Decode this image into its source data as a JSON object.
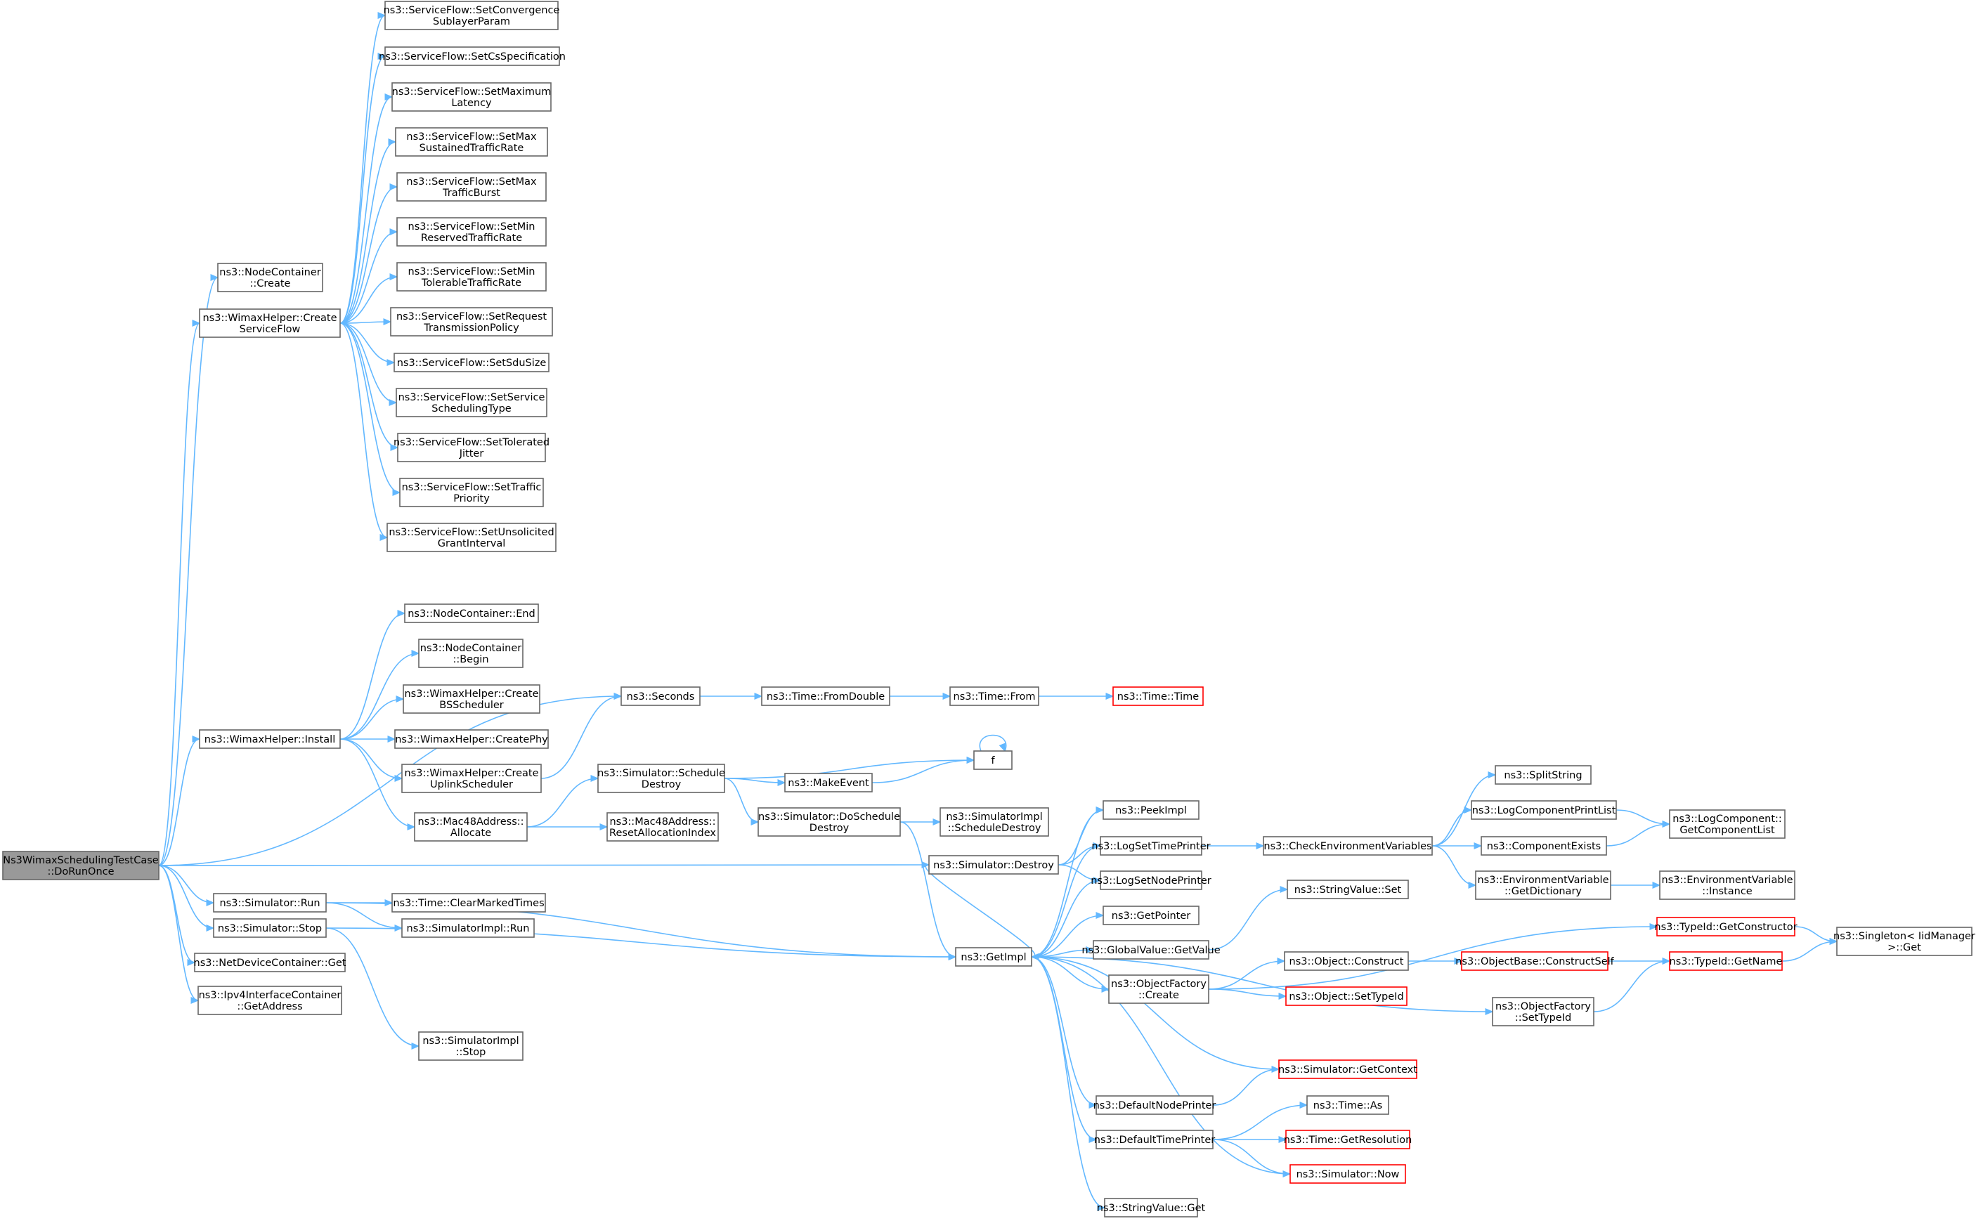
{
  "colors": {
    "edge": "#63b8ff",
    "node_border": "#666666",
    "root_fill": "#999999",
    "truncated_border": "#ff0000",
    "background": "#ffffff"
  },
  "nodes": [
    {
      "id": "root",
      "lines": [
        "Ns3WimaxSchedulingTestCase",
        "::DoRunOnce"
      ],
      "style": "root"
    },
    {
      "id": "nc_create",
      "lines": [
        "ns3::NodeContainer",
        "::Create"
      ]
    },
    {
      "id": "wh_csf",
      "lines": [
        "ns3::WimaxHelper::Create",
        "ServiceFlow"
      ]
    },
    {
      "id": "sf_conv",
      "lines": [
        "ns3::ServiceFlow::SetConvergence",
        "SublayerParam"
      ]
    },
    {
      "id": "sf_cs",
      "lines": [
        "ns3::ServiceFlow::SetCsSpecification"
      ]
    },
    {
      "id": "sf_maxlat",
      "lines": [
        "ns3::ServiceFlow::SetMaximum",
        "Latency"
      ]
    },
    {
      "id": "sf_maxsus",
      "lines": [
        "ns3::ServiceFlow::SetMax",
        "SustainedTrafficRate"
      ]
    },
    {
      "id": "sf_maxburst",
      "lines": [
        "ns3::ServiceFlow::SetMax",
        "TrafficBurst"
      ]
    },
    {
      "id": "sf_minres",
      "lines": [
        "ns3::ServiceFlow::SetMin",
        "ReservedTrafficRate"
      ]
    },
    {
      "id": "sf_mintol",
      "lines": [
        "ns3::ServiceFlow::SetMin",
        "TolerableTrafficRate"
      ]
    },
    {
      "id": "sf_req",
      "lines": [
        "ns3::ServiceFlow::SetRequest",
        "TransmissionPolicy"
      ]
    },
    {
      "id": "sf_sdu",
      "lines": [
        "ns3::ServiceFlow::SetSduSize"
      ]
    },
    {
      "id": "sf_sched",
      "lines": [
        "ns3::ServiceFlow::SetService",
        "SchedulingType"
      ]
    },
    {
      "id": "sf_jitter",
      "lines": [
        "ns3::ServiceFlow::SetTolerated",
        "Jitter"
      ]
    },
    {
      "id": "sf_prio",
      "lines": [
        "ns3::ServiceFlow::SetTraffic",
        "Priority"
      ]
    },
    {
      "id": "sf_grant",
      "lines": [
        "ns3::ServiceFlow::SetUnsolicited",
        "GrantInterval"
      ]
    },
    {
      "id": "nc_end",
      "lines": [
        "ns3::NodeContainer::End"
      ]
    },
    {
      "id": "nc_begin",
      "lines": [
        "ns3::NodeContainer",
        "::Begin"
      ]
    },
    {
      "id": "wh_bss",
      "lines": [
        "ns3::WimaxHelper::Create",
        "BSScheduler"
      ]
    },
    {
      "id": "wh_phy",
      "lines": [
        "ns3::WimaxHelper::CreatePhy"
      ]
    },
    {
      "id": "wh_uls",
      "lines": [
        "ns3::WimaxHelper::Create",
        "UplinkScheduler"
      ]
    },
    {
      "id": "wh_install",
      "lines": [
        "ns3::WimaxHelper::Install"
      ]
    },
    {
      "id": "mac_alloc",
      "lines": [
        "ns3::Mac48Address::",
        "Allocate"
      ]
    },
    {
      "id": "mac_reset",
      "lines": [
        "ns3::Mac48Address::",
        "ResetAllocationIndex"
      ]
    },
    {
      "id": "seconds",
      "lines": [
        "ns3::Seconds"
      ]
    },
    {
      "id": "time_fromdouble",
      "lines": [
        "ns3::Time::FromDouble"
      ]
    },
    {
      "id": "time_from",
      "lines": [
        "ns3::Time::From"
      ]
    },
    {
      "id": "time_time",
      "lines": [
        "ns3::Time::Time"
      ],
      "style": "trunc"
    },
    {
      "id": "sim_schedd",
      "lines": [
        "ns3::Simulator::Schedule",
        "Destroy"
      ]
    },
    {
      "id": "makeevent",
      "lines": [
        "ns3::MakeEvent"
      ]
    },
    {
      "id": "f",
      "lines": [
        "f"
      ]
    },
    {
      "id": "sim_doschedd",
      "lines": [
        "ns3::Simulator::DoSchedule",
        "Destroy"
      ]
    },
    {
      "id": "simimpl_schedd",
      "lines": [
        "ns3::SimulatorImpl",
        "::ScheduleDestroy"
      ]
    },
    {
      "id": "sim_destroy",
      "lines": [
        "ns3::Simulator::Destroy"
      ]
    },
    {
      "id": "sim_run",
      "lines": [
        "ns3::Simulator::Run"
      ]
    },
    {
      "id": "time_clear",
      "lines": [
        "ns3::Time::ClearMarkedTimes"
      ]
    },
    {
      "id": "simimpl_run",
      "lines": [
        "ns3::SimulatorImpl::Run"
      ]
    },
    {
      "id": "sim_stop",
      "lines": [
        "ns3::Simulator::Stop"
      ]
    },
    {
      "id": "simimpl_stop",
      "lines": [
        "ns3::SimulatorImpl",
        "::Stop"
      ]
    },
    {
      "id": "ndc_get",
      "lines": [
        "ns3::NetDeviceContainer::Get"
      ]
    },
    {
      "id": "ipv4_get",
      "lines": [
        "ns3::Ipv4InterfaceContainer",
        "::GetAddress"
      ]
    },
    {
      "id": "getimpl",
      "lines": [
        "ns3::GetImpl"
      ]
    },
    {
      "id": "peekimpl",
      "lines": [
        "ns3::PeekImpl"
      ]
    },
    {
      "id": "logsettime",
      "lines": [
        "ns3::LogSetTimePrinter"
      ]
    },
    {
      "id": "logsetnode",
      "lines": [
        "ns3::LogSetNodePrinter"
      ]
    },
    {
      "id": "getpointer",
      "lines": [
        "ns3::GetPointer"
      ]
    },
    {
      "id": "gv_getvalue",
      "lines": [
        "ns3::GlobalValue::GetValue"
      ]
    },
    {
      "id": "of_create",
      "lines": [
        "ns3::ObjectFactory",
        "::Create"
      ]
    },
    {
      "id": "defnode",
      "lines": [
        "ns3::DefaultNodePrinter"
      ]
    },
    {
      "id": "deftime",
      "lines": [
        "ns3::DefaultTimePrinter"
      ]
    },
    {
      "id": "sv_get",
      "lines": [
        "ns3::StringValue::Get"
      ]
    },
    {
      "id": "checkenv",
      "lines": [
        "ns3::CheckEnvironmentVariables"
      ]
    },
    {
      "id": "sv_set",
      "lines": [
        "ns3::StringValue::Set"
      ]
    },
    {
      "id": "obj_construct",
      "lines": [
        "ns3::Object::Construct"
      ]
    },
    {
      "id": "obj_settypeid",
      "lines": [
        "ns3::Object::SetTypeId"
      ],
      "style": "trunc"
    },
    {
      "id": "sim_getctx",
      "lines": [
        "ns3::Simulator::GetContext"
      ],
      "style": "trunc"
    },
    {
      "id": "time_as",
      "lines": [
        "ns3::Time::As"
      ]
    },
    {
      "id": "time_getres",
      "lines": [
        "ns3::Time::GetResolution"
      ],
      "style": "trunc"
    },
    {
      "id": "sim_now",
      "lines": [
        "ns3::Simulator::Now"
      ],
      "style": "trunc"
    },
    {
      "id": "splitstring",
      "lines": [
        "ns3::SplitString"
      ]
    },
    {
      "id": "logcomp_print",
      "lines": [
        "ns3::LogComponentPrintList"
      ]
    },
    {
      "id": "compexists",
      "lines": [
        "ns3::ComponentExists"
      ]
    },
    {
      "id": "envvar_dict",
      "lines": [
        "ns3::EnvironmentVariable",
        "::GetDictionary"
      ]
    },
    {
      "id": "logcomp_list",
      "lines": [
        "ns3::LogComponent::",
        "GetComponentList"
      ]
    },
    {
      "id": "envvar_inst",
      "lines": [
        "ns3::EnvironmentVariable",
        "::Instance"
      ]
    },
    {
      "id": "objbase_cs",
      "lines": [
        "ns3::ObjectBase::ConstructSelf"
      ],
      "style": "trunc"
    },
    {
      "id": "typeid_getctor",
      "lines": [
        "ns3::TypeId::GetConstructor"
      ],
      "style": "trunc"
    },
    {
      "id": "typeid_getname",
      "lines": [
        "ns3::TypeId::GetName"
      ],
      "style": "trunc"
    },
    {
      "id": "singleton_get",
      "lines": [
        "ns3::Singleton< IidManager",
        ">::Get"
      ]
    },
    {
      "id": "of_settypeid",
      "lines": [
        "ns3::ObjectFactory",
        "::SetTypeId"
      ]
    }
  ],
  "edges": [
    [
      "root",
      "nc_create"
    ],
    [
      "root",
      "wh_csf"
    ],
    [
      "root",
      "seconds"
    ],
    [
      "root",
      "wh_install"
    ],
    [
      "root",
      "sim_destroy"
    ],
    [
      "root",
      "sim_run"
    ],
    [
      "root",
      "sim_stop"
    ],
    [
      "root",
      "ndc_get"
    ],
    [
      "root",
      "ipv4_get"
    ],
    [
      "wh_csf",
      "sf_conv"
    ],
    [
      "wh_csf",
      "sf_cs"
    ],
    [
      "wh_csf",
      "sf_maxlat"
    ],
    [
      "wh_csf",
      "sf_maxsus"
    ],
    [
      "wh_csf",
      "sf_maxburst"
    ],
    [
      "wh_csf",
      "sf_minres"
    ],
    [
      "wh_csf",
      "sf_mintol"
    ],
    [
      "wh_csf",
      "sf_req"
    ],
    [
      "wh_csf",
      "sf_sdu"
    ],
    [
      "wh_csf",
      "sf_sched"
    ],
    [
      "wh_csf",
      "sf_jitter"
    ],
    [
      "wh_csf",
      "sf_prio"
    ],
    [
      "wh_csf",
      "sf_grant"
    ],
    [
      "wh_install",
      "nc_end"
    ],
    [
      "wh_install",
      "nc_begin"
    ],
    [
      "wh_install",
      "wh_bss"
    ],
    [
      "wh_install",
      "wh_phy"
    ],
    [
      "wh_install",
      "wh_uls"
    ],
    [
      "wh_install",
      "mac_alloc"
    ],
    [
      "wh_uls",
      "seconds"
    ],
    [
      "mac_alloc",
      "sim_schedd"
    ],
    [
      "mac_alloc",
      "mac_reset"
    ],
    [
      "seconds",
      "time_fromdouble"
    ],
    [
      "time_fromdouble",
      "time_from"
    ],
    [
      "time_from",
      "time_time"
    ],
    [
      "sim_schedd",
      "makeevent"
    ],
    [
      "sim_schedd",
      "f"
    ],
    [
      "sim_schedd",
      "sim_doschedd"
    ],
    [
      "makeevent",
      "f"
    ],
    [
      "f",
      "f"
    ],
    [
      "sim_doschedd",
      "simimpl_schedd"
    ],
    [
      "sim_doschedd",
      "getimpl"
    ],
    [
      "sim_destroy",
      "getimpl"
    ],
    [
      "sim_destroy",
      "logsettime"
    ],
    [
      "sim_destroy",
      "logsetnode"
    ],
    [
      "sim_destroy",
      "peekimpl"
    ],
    [
      "sim_run",
      "time_clear"
    ],
    [
      "sim_run",
      "simimpl_run"
    ],
    [
      "sim_run",
      "getimpl"
    ],
    [
      "sim_stop",
      "getimpl"
    ],
    [
      "sim_stop",
      "simimpl_stop"
    ],
    [
      "getimpl",
      "peekimpl"
    ],
    [
      "getimpl",
      "logsettime"
    ],
    [
      "getimpl",
      "logsetnode"
    ],
    [
      "getimpl",
      "getpointer"
    ],
    [
      "getimpl",
      "gv_getvalue"
    ],
    [
      "getimpl",
      "of_create"
    ],
    [
      "getimpl",
      "defnode"
    ],
    [
      "getimpl",
      "deftime"
    ],
    [
      "getimpl",
      "sv_get"
    ],
    [
      "getimpl",
      "of_settypeid"
    ],
    [
      "sim_getctx",
      "getimpl"
    ],
    [
      "sim_now",
      "getimpl"
    ],
    [
      "logsettime",
      "checkenv"
    ],
    [
      "checkenv",
      "splitstring"
    ],
    [
      "checkenv",
      "logcomp_print"
    ],
    [
      "checkenv",
      "compexists"
    ],
    [
      "checkenv",
      "envvar_dict"
    ],
    [
      "logcomp_print",
      "logcomp_list"
    ],
    [
      "compexists",
      "logcomp_list"
    ],
    [
      "envvar_dict",
      "envvar_inst"
    ],
    [
      "gv_getvalue",
      "sv_set"
    ],
    [
      "of_create",
      "typeid_getctor"
    ],
    [
      "of_create",
      "obj_construct"
    ],
    [
      "of_create",
      "obj_settypeid"
    ],
    [
      "obj_construct",
      "objbase_cs"
    ],
    [
      "objbase_cs",
      "typeid_getname"
    ],
    [
      "typeid_getctor",
      "singleton_get"
    ],
    [
      "typeid_getname",
      "singleton_get"
    ],
    [
      "of_settypeid",
      "typeid_getname"
    ],
    [
      "defnode",
      "sim_getctx"
    ],
    [
      "deftime",
      "time_as"
    ],
    [
      "deftime",
      "time_getres"
    ],
    [
      "deftime",
      "sim_now"
    ]
  ]
}
